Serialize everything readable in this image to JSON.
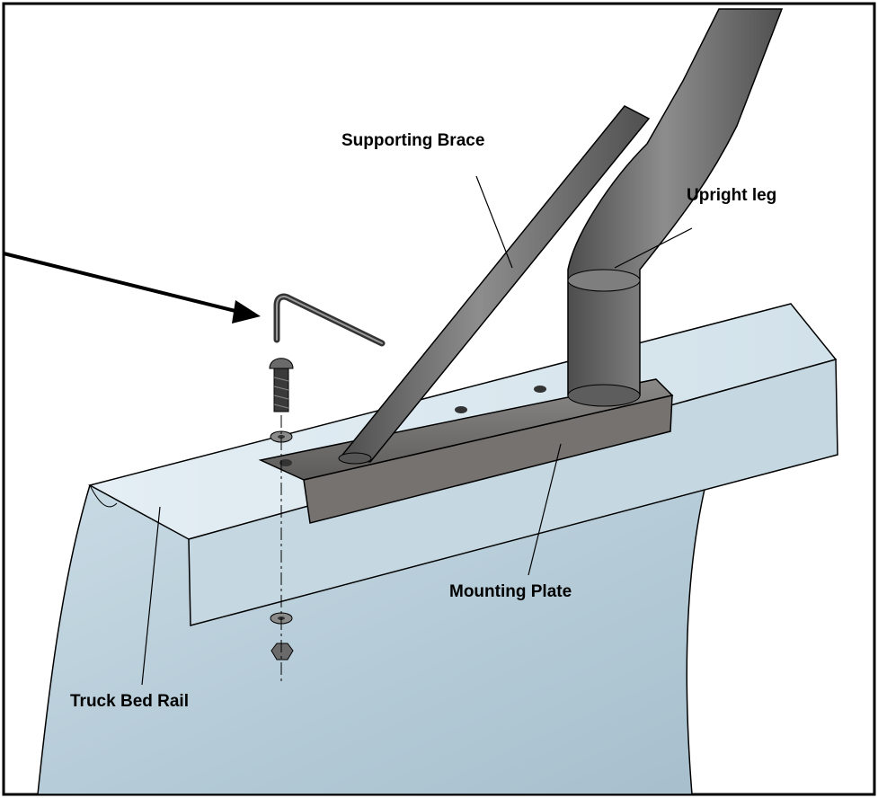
{
  "labels": {
    "supporting_brace": "Supporting Brace",
    "upright_leg": "Upright leg",
    "mounting_plate": "Mounting Plate",
    "truck_bed_rail": "Truck Bed Rail"
  },
  "colors": {
    "rail_light": "#d7e6ee",
    "rail_mid": "#b9cfdb",
    "rail_dark": "#9db4c2",
    "steel": "#6f6f6f",
    "steel_dark": "#4a4a4a",
    "plate": "#7a7876",
    "outline": "#000000"
  }
}
